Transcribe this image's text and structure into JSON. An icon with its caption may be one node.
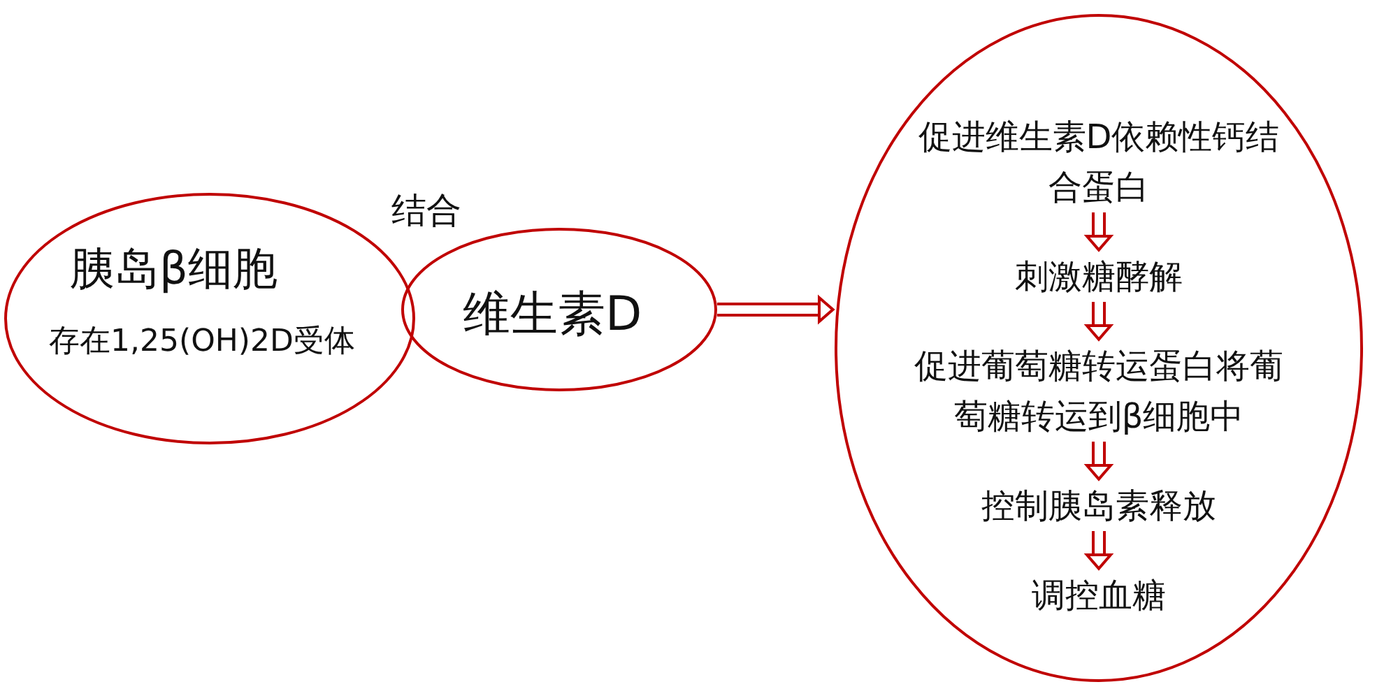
{
  "diagram": {
    "nodes": [
      {
        "text": [
          "胰岛β细胞",
          "存在1,25(OH)2D受体"
        ]
      },
      {
        "text": [
          "维生素D"
        ]
      },
      {
        "text": [],
        "shape": "ellipse"
      },
      {
        "text": [
          "促进维生素D依赖性钙结合蛋白"
        ],
        "in": 2
      },
      {
        "text": [
          "刺激糖酵解"
        ],
        "in": 2
      },
      {
        "text": [
          "促进葡萄糖转运蛋白将葡萄糖转运到β细胞中"
        ],
        "in": 2
      },
      {
        "text": [
          "控制胰岛素释放"
        ],
        "in": 2
      },
      {
        "text": [
          "调控血糖"
        ],
        "in": 2
      }
    ],
    "edges": [
      {
        "from": 1,
        "to": 2,
        "arrow": "to"
      },
      {
        "from": 3,
        "to": 4,
        "arrow": "to"
      },
      {
        "from": 4,
        "to": 5,
        "arrow": "to"
      },
      {
        "from": 5,
        "to": 6,
        "arrow": "to"
      },
      {
        "from": 6,
        "to": 7,
        "arrow": "to"
      }
    ],
    "labels": [
      "结合"
    ]
  }
}
